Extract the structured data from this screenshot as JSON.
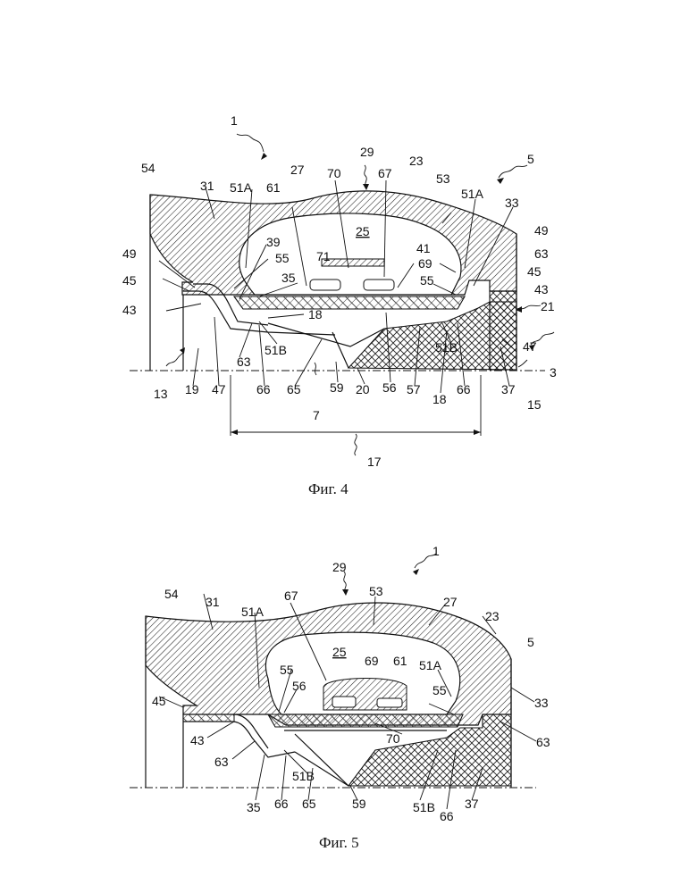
{
  "figure4": {
    "caption": "Фиг. 4",
    "labels": {
      "l1": "1",
      "l29": "29",
      "l23": "23",
      "l5": "5",
      "l54": "54",
      "l31": "31",
      "l51a_l": "51A",
      "l61": "61",
      "l27": "27",
      "l70": "70",
      "l67": "67",
      "l53": "53",
      "l51a_r": "51A",
      "l33": "33",
      "l25": "25",
      "l71": "71",
      "l39": "39",
      "l49_l": "49",
      "l49_r": "49",
      "l41": "41",
      "l63_r": "63",
      "l55_l": "55",
      "l69": "69",
      "l45_l": "45",
      "l45_r": "45",
      "l35": "35",
      "l55_r": "55",
      "l43_l": "43",
      "l43_r": "43",
      "l18_t": "18",
      "l21": "21",
      "l51b_l": "51B",
      "l51b_r": "51B",
      "l47_r": "47",
      "l3": "3",
      "l63_l": "63",
      "l13": "13",
      "l19": "19",
      "l47_l": "47",
      "l66_l": "66",
      "l65": "65",
      "l59": "59",
      "l20": "20",
      "l56": "56",
      "l57": "57",
      "l18_b": "18",
      "l66_r": "66",
      "l37": "37",
      "l15": "15",
      "l7": "7",
      "l17": "17"
    }
  },
  "figure5": {
    "caption": "Фиг. 5",
    "labels": {
      "l29": "29",
      "l1": "1",
      "l54": "54",
      "l31": "31",
      "l51a_l": "51A",
      "l67": "67",
      "l53": "53",
      "l27": "27",
      "l23": "23",
      "l5": "5",
      "l25": "25",
      "l69": "69",
      "l61": "61",
      "l51a_r": "51A",
      "l55_l": "55",
      "l56": "56",
      "l55_r": "55",
      "l45": "45",
      "l33": "33",
      "l43": "43",
      "l70": "70",
      "l63_r": "63",
      "l63_l": "63",
      "l51b_l": "51B",
      "l51b_r": "51B",
      "l35": "35",
      "l66_l": "66",
      "l65": "65",
      "l59": "59",
      "l66_r": "66",
      "l37": "37"
    }
  },
  "colors": {
    "ink": "#111111",
    "paper": "#ffffff"
  }
}
